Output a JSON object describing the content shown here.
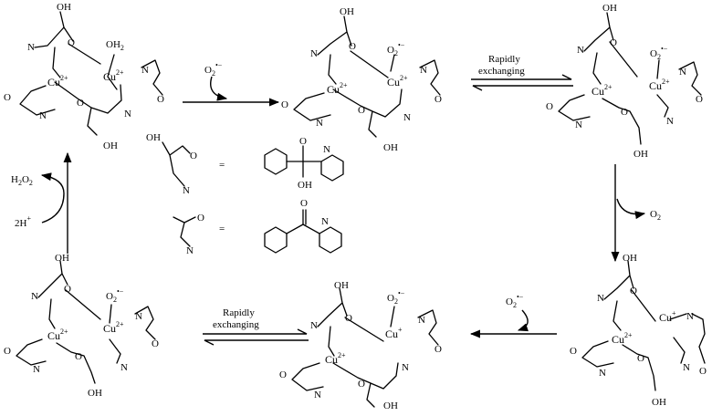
{
  "labels": {
    "oh": "OH",
    "o": "O",
    "n": "N",
    "oh2": "OH",
    "oh2_sub": "2",
    "cu": "Cu",
    "cu_2plus": "2+",
    "cu_plus": "+",
    "superoxide_o": "O",
    "superoxide_sub": "2",
    "superoxide_charge": "•−",
    "o2_product": "O",
    "o2_sub": "2",
    "h2o2_h": "H",
    "h2o2_sub": "2",
    "h2o2_o": "O",
    "h2o2_sub2": "2",
    "two_h": "2H",
    "two_h_charge": "+",
    "equals": "=",
    "rapid_line1": "Rapidly",
    "rapid_line2": "exchanging"
  }
}
